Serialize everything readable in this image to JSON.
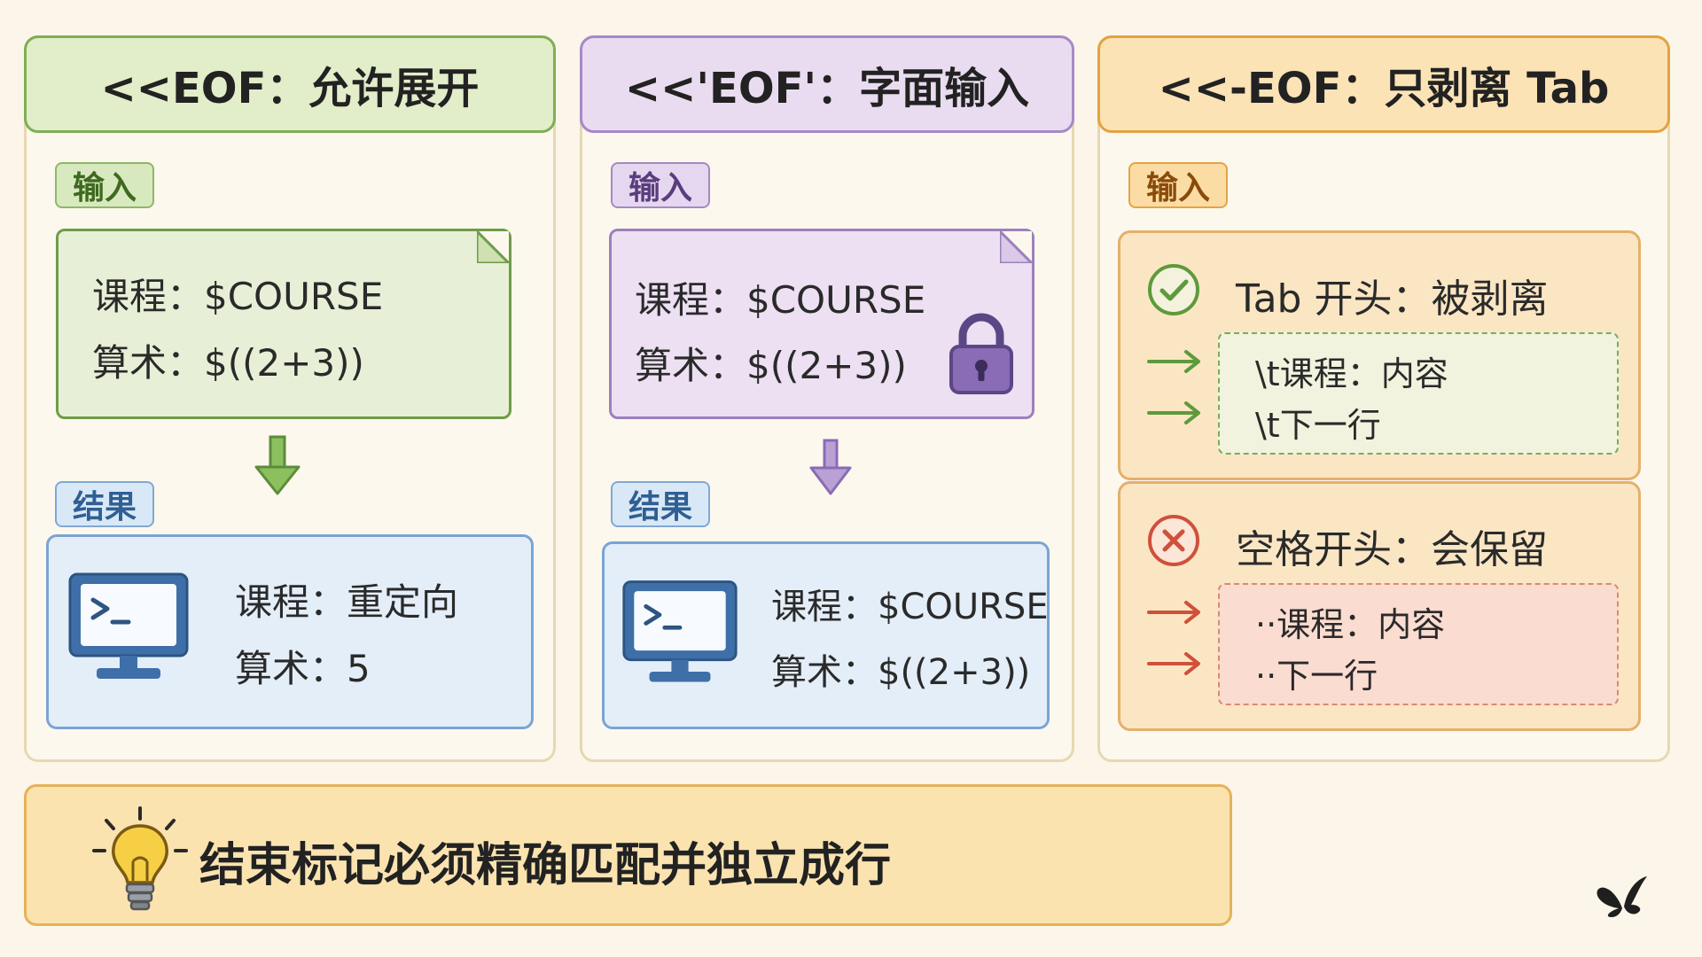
{
  "columns": [
    {
      "title": "<<EOF：允许展开",
      "input_tag": "输入",
      "input_lines": [
        "课程：$COURSE",
        "算术：$((2+3))"
      ],
      "result_tag": "结果",
      "result_lines": [
        "课程：重定向",
        "算术：5"
      ]
    },
    {
      "title": "<<'EOF'：字面输入",
      "input_tag": "输入",
      "input_lines": [
        "课程：$COURSE",
        "算术：$((2+3))"
      ],
      "result_tag": "结果",
      "result_lines": [
        "课程：$COURSE",
        "算术：$((2+3))"
      ]
    },
    {
      "title": "<<-EOF：只剥离 Tab",
      "input_tag": "输入",
      "cases": [
        {
          "title": "Tab 开头：被剥离",
          "lines": [
            "\\t课程：内容",
            "\\t下一行"
          ]
        },
        {
          "title": "空格开头：会保留",
          "lines": [
            "··课程：内容",
            "··下一行"
          ]
        }
      ]
    }
  ],
  "summary": {
    "text": "结束标记必须精确匹配并独立成行"
  },
  "colors": {
    "green": "#6e9c48",
    "purple": "#9d80bb",
    "orange": "#e2a33f",
    "blue": "#3f6fa8",
    "red": "#d0503a"
  },
  "icons": [
    "lock-icon",
    "terminal-monitor-icon",
    "check-circle-icon",
    "x-circle-icon",
    "lightbulb-icon",
    "butterfly-logo-icon"
  ]
}
